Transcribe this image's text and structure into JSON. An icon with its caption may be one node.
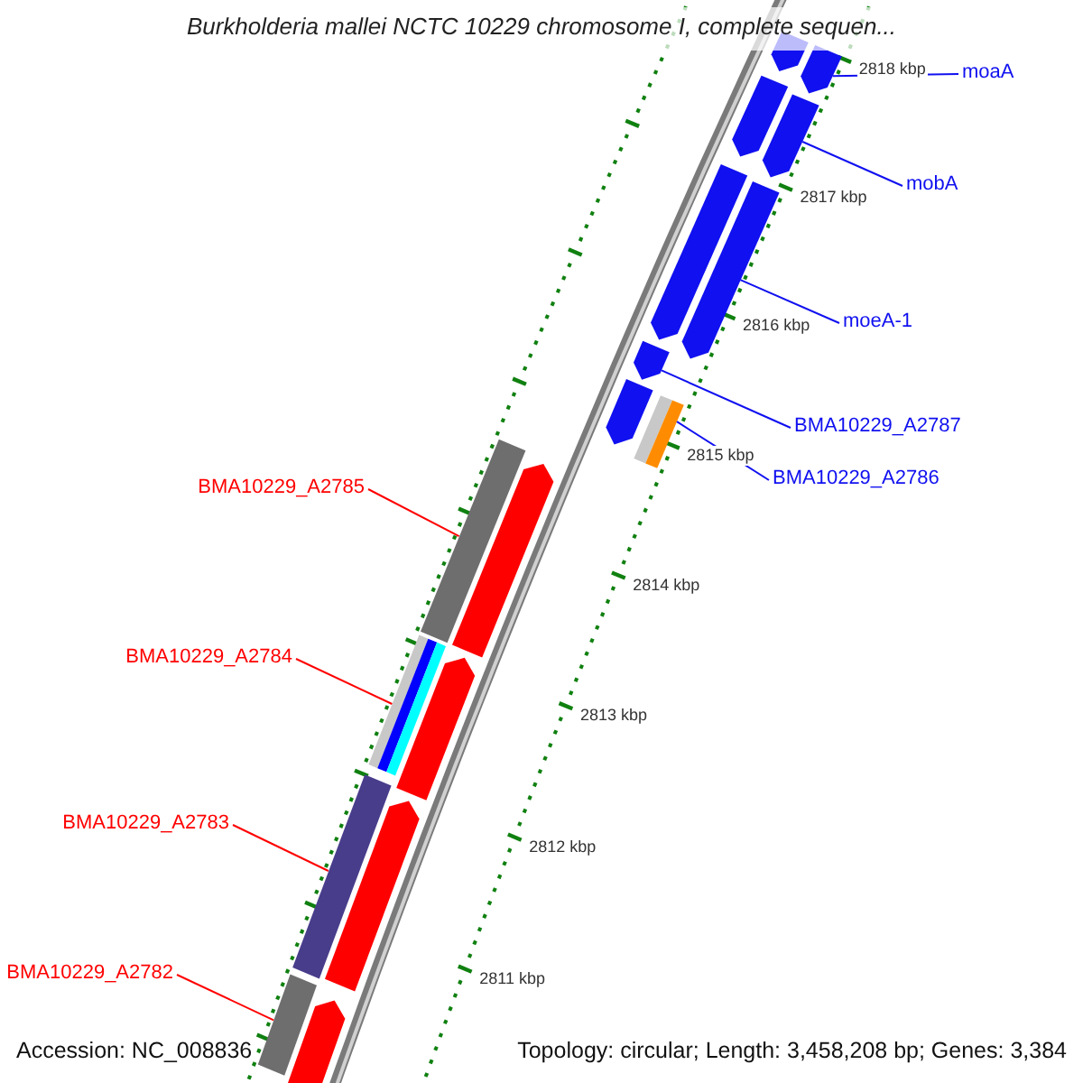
{
  "diagram": {
    "title": "Burkholderia mallei NCTC 10229 chromosome I, complete sequen...",
    "nodes": [
      {
        "text": [
          "moaA"
        ]
      },
      {
        "text": [
          "mobA"
        ]
      },
      {
        "text": [
          "moeA-1"
        ]
      },
      {
        "text": [
          "BMA10229_A2787"
        ]
      },
      {
        "text": [
          "BMA10229_A2786"
        ]
      },
      {
        "text": [
          "BMA10229_A2785"
        ]
      },
      {
        "text": [
          "BMA10229_A2784"
        ]
      },
      {
        "text": [
          "BMA10229_A2783"
        ]
      },
      {
        "text": [
          "BMA10229_A2782"
        ]
      },
      {
        "text": [],
        "shape": "pentagon"
      },
      {
        "text": [],
        "shape": "pentagon"
      },
      {
        "text": [],
        "shape": "pentagon"
      },
      {
        "text": [],
        "shape": "pentagon"
      },
      {
        "text": [],
        "shape": "pentagon"
      },
      {
        "text": [],
        "shape": "pentagon"
      },
      {
        "text": [],
        "shape": "pentagon"
      },
      {
        "text": [],
        "shape": "bar"
      },
      {
        "text": [],
        "shape": "pentagon"
      },
      {
        "text": [],
        "shape": "bar"
      },
      {
        "text": [],
        "shape": "pentagon"
      },
      {
        "text": [],
        "shape": "bar"
      },
      {
        "text": [],
        "shape": "pentagon"
      },
      {
        "text": [],
        "shape": "bar"
      },
      {
        "text": [],
        "shape": "pentagon"
      },
      {
        "text": [],
        "shape": "bar"
      },
      {
        "text": [],
        "shape": "pentagon"
      }
    ],
    "edges": [
      {
        "from": 0,
        "to": 10,
        "arrow": "none"
      },
      {
        "from": 1,
        "to": 12,
        "arrow": "none"
      },
      {
        "from": 2,
        "to": 14,
        "arrow": "none"
      },
      {
        "from": 3,
        "to": 15,
        "arrow": "none"
      },
      {
        "from": 4,
        "to": 16,
        "arrow": "none"
      },
      {
        "from": 5,
        "to": 18,
        "arrow": "none",
        "color": "#ff0000"
      },
      {
        "from": 6,
        "to": 20,
        "arrow": "none",
        "color": "#ff0000"
      },
      {
        "from": 7,
        "to": 22,
        "arrow": "none",
        "color": "#ff0000"
      },
      {
        "from": 8,
        "to": 24,
        "arrow": "none",
        "color": "#ff0000"
      }
    ],
    "labels": [
      "2818 kbp",
      "2817 kbp",
      "2816 kbp",
      "2815 kbp",
      "2814 kbp",
      "2813 kbp",
      "2812 kbp",
      "2811 kbp",
      "Accession: NC_008836",
      "Topology: circular; Length: 3,458,208 bp; Genes: 3,384"
    ]
  }
}
